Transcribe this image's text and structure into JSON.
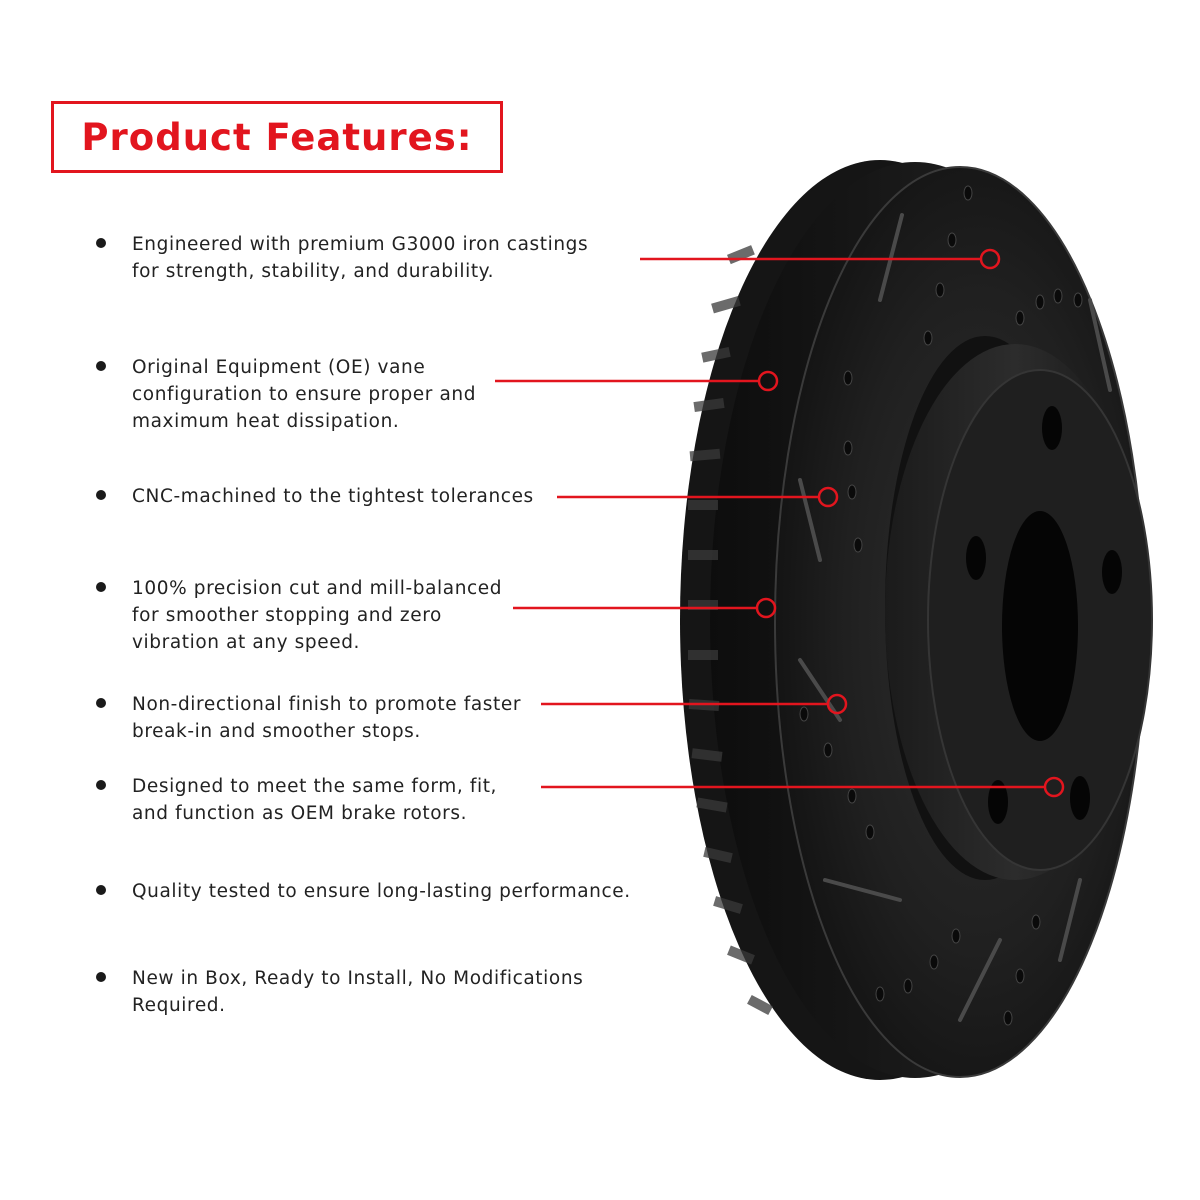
{
  "header": {
    "title": "Product Features:"
  },
  "colors": {
    "accent": "#e2151e",
    "text": "#222222",
    "rotor": "#1a1a1a"
  },
  "features": [
    {
      "text": "Engineered with premium G3000 iron castings\nfor strength, stability, and durability."
    },
    {
      "text": "Original Equipment (OE) vane\nconfiguration to ensure proper and\nmaximum heat dissipation."
    },
    {
      "text": "CNC-machined to the tightest tolerances"
    },
    {
      "text": "100% precision cut and mill-balanced\nfor smoother stopping and zero\nvibration at any speed."
    },
    {
      "text": "Non-directional finish to promote faster\nbreak-in and smoother stops."
    },
    {
      "text": "Designed to meet the same form, fit,\nand function as OEM brake rotors."
    },
    {
      "text": "Quality tested to ensure long-lasting performance."
    },
    {
      "text": "New in Box, Ready to Install, No Modifications Required."
    }
  ]
}
